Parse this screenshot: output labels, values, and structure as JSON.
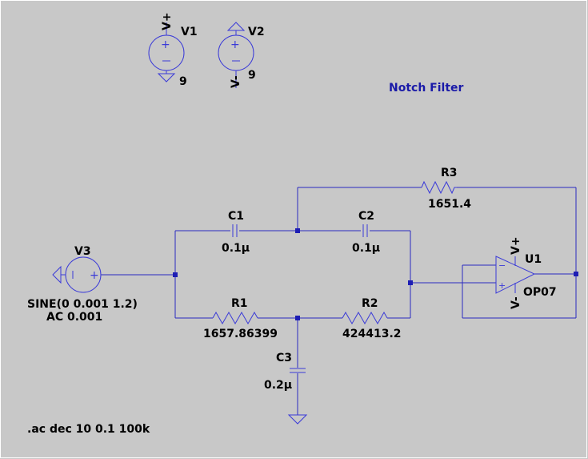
{
  "title": "Notch Filter",
  "colors": {
    "background": "#c8c8c8",
    "wire": "#2a2ac0",
    "title": "#1a1aa8",
    "text": "#000000",
    "border": "#ffffff"
  },
  "directive": ".ac dec 10 0.1 100k",
  "sources": {
    "v1": {
      "name": "V1",
      "value": "9",
      "node": "V+"
    },
    "v2": {
      "name": "V2",
      "value": "9",
      "node": "V-"
    },
    "v3": {
      "name": "V3",
      "value_line1": "SINE(0 0.001 1.2)",
      "value_line2": "AC 0.001"
    }
  },
  "components": {
    "c1": {
      "name": "C1",
      "value": "0.1µ"
    },
    "c2": {
      "name": "C2",
      "value": "0.1µ"
    },
    "c3": {
      "name": "C3",
      "value": "0.2µ"
    },
    "r1": {
      "name": "R1",
      "value": "1657.86399"
    },
    "r2": {
      "name": "R2",
      "value": "424413.2"
    },
    "r3": {
      "name": "R3",
      "value": "1651.4"
    }
  },
  "opamp": {
    "name": "U1",
    "model": "OP07",
    "vplus": "V+",
    "vminus": "V-",
    "plus_sign": "+",
    "minus_sign": "−"
  }
}
